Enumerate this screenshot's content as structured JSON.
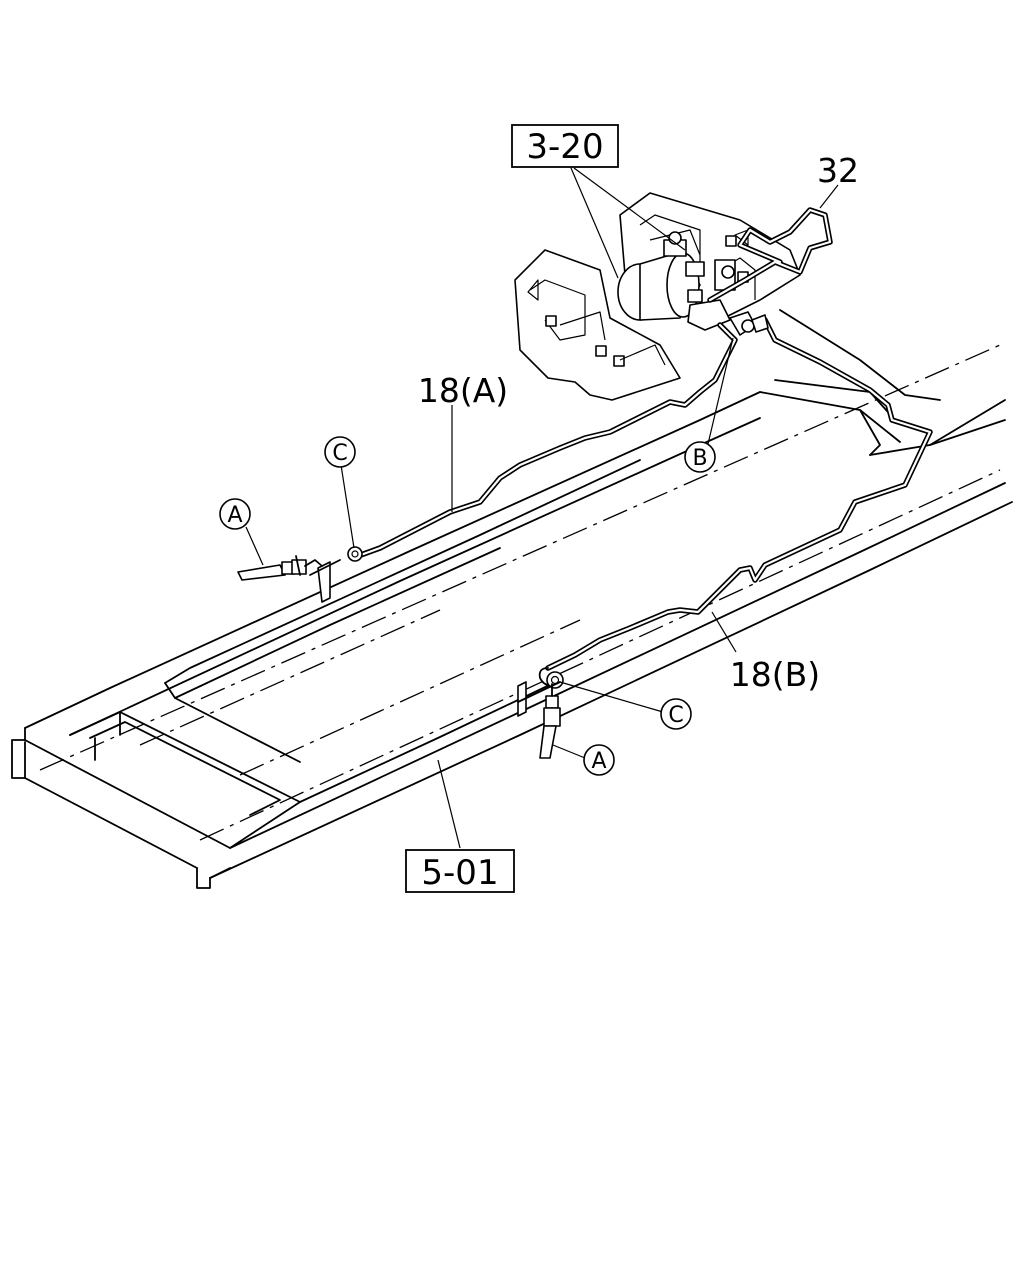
{
  "references": {
    "ref_3_20": "3-20",
    "ref_5_01": "5-01"
  },
  "callouts": {
    "part_32": "32",
    "pipe_18a": "18(A)",
    "pipe_18b": "18(B)"
  },
  "circled_markers": {
    "a_left": "A",
    "a_right": "A",
    "b": "B",
    "c_left": "C",
    "c_right": "C"
  }
}
